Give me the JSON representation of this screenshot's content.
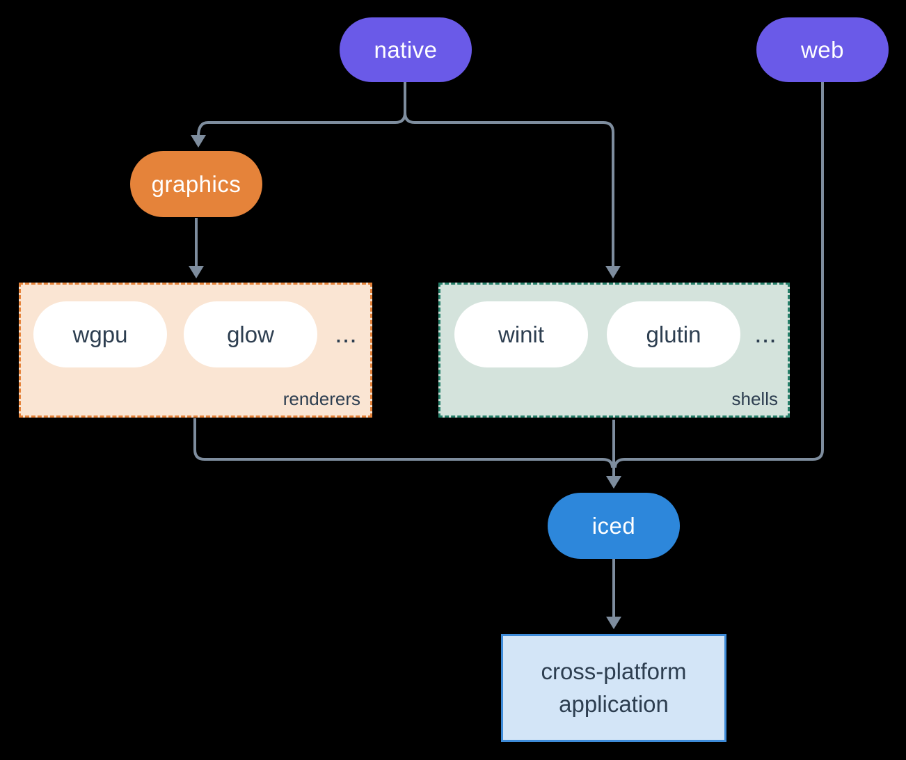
{
  "background_color": "#000000",
  "line_color": "#7E8D9E",
  "nodes": {
    "native": {
      "label": "native",
      "color": "#6A5AE8",
      "text_color": "#FFFFFF"
    },
    "web": {
      "label": "web",
      "color": "#6A5AE8",
      "text_color": "#FFFFFF"
    },
    "graphics": {
      "label": "graphics",
      "color": "#E5833A",
      "text_color": "#FFFFFF"
    },
    "iced": {
      "label": "iced",
      "color": "#2D87DB",
      "text_color": "#FFFFFF"
    },
    "application": {
      "lines": [
        "cross-platform",
        "application"
      ],
      "fill": "#D3E5F7",
      "border_color": "#3E8BD8",
      "text_color": "#2D3E50"
    }
  },
  "groups": {
    "renderers": {
      "label": "renderers",
      "items": [
        "wgpu",
        "glow"
      ],
      "ellipsis": "...",
      "fill": "#FAE5D3",
      "border_color": "#E5833A"
    },
    "shells": {
      "label": "shells",
      "items": [
        "winit",
        "glutin"
      ],
      "ellipsis": "...",
      "fill": "#D4E3DC",
      "border_color": "#26806A"
    }
  },
  "edges": [
    {
      "from": "native",
      "to": "graphics"
    },
    {
      "from": "native",
      "to": "shells"
    },
    {
      "from": "graphics",
      "to": "renderers"
    },
    {
      "from": "renderers",
      "to": "iced"
    },
    {
      "from": "shells",
      "to": "iced"
    },
    {
      "from": "web",
      "to": "iced"
    },
    {
      "from": "iced",
      "to": "application"
    }
  ]
}
